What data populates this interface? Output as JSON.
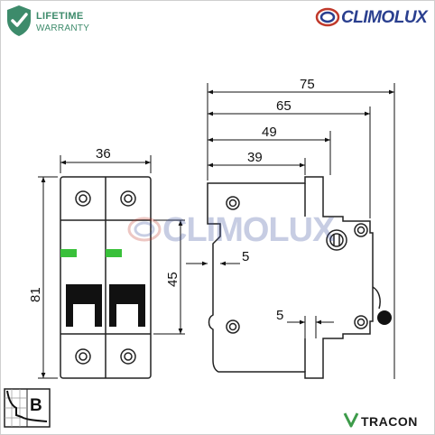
{
  "badge": {
    "line1": "LIFETIME",
    "line2": "WARRANTY",
    "icon": "shield-check-icon",
    "color": "#3d8b6b"
  },
  "brand": {
    "name": "CLIMOLUX",
    "color": "#2a3f8f"
  },
  "watermark": {
    "text": "CLIMOLUX"
  },
  "footer": {
    "brand": "TRACON"
  },
  "curve": {
    "label": "B"
  },
  "dimensions": {
    "front_width": "36",
    "front_height": "81",
    "window_height": "45",
    "side_75": "75",
    "side_65": "65",
    "side_49": "49",
    "side_39": "39",
    "side_5_top": "5",
    "side_5_bottom": "5"
  },
  "colors": {
    "indicator": "#39c03a",
    "toggle": "#111111",
    "line": "#222222"
  }
}
